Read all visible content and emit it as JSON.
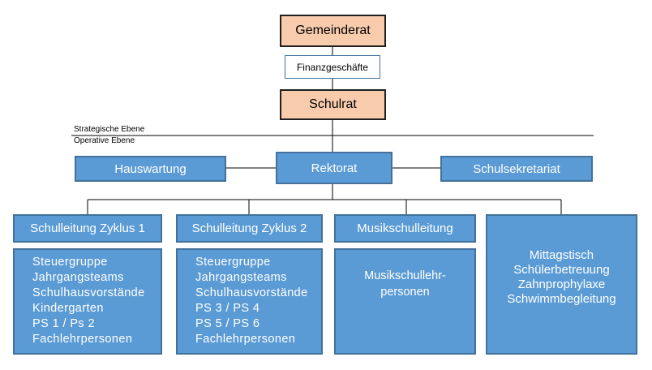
{
  "top": {
    "gemeinderat": "Gemeinderat",
    "finanz": "Finanzgeschäfte",
    "schulrat": "Schulrat"
  },
  "levels": {
    "strategic": "Strategische Ebene",
    "operative": "Operative Ebene"
  },
  "middle": {
    "rektorat": "Rektorat",
    "hauswartung": "Hauswartung",
    "sekretariat": "Schulsekretariat"
  },
  "columns": [
    {
      "title": "Schulleitung Zyklus 1",
      "items": [
        "Steuergruppe",
        "Jahrgangsteams",
        "Schulhausvorstände",
        "Kindergarten",
        "PS 1 / Ps 2",
        "Fachlehrpersonen"
      ]
    },
    {
      "title": "Schulleitung Zyklus 2",
      "items": [
        "Steuergruppe",
        "Jahrgangsteams",
        "Schulhausvorstände",
        "PS 3 / PS 4",
        "PS 5 / PS 6",
        "Fachlehrpersonen"
      ]
    },
    {
      "title": "Musikschulleitung",
      "items": [
        "Musikschullehr-",
        "personen"
      ]
    },
    {
      "title": "",
      "items": [
        "Mittagstisch",
        "Schülerbetreuung",
        "Zahnprophylaxe",
        "Schwimmbegleitung"
      ]
    }
  ]
}
